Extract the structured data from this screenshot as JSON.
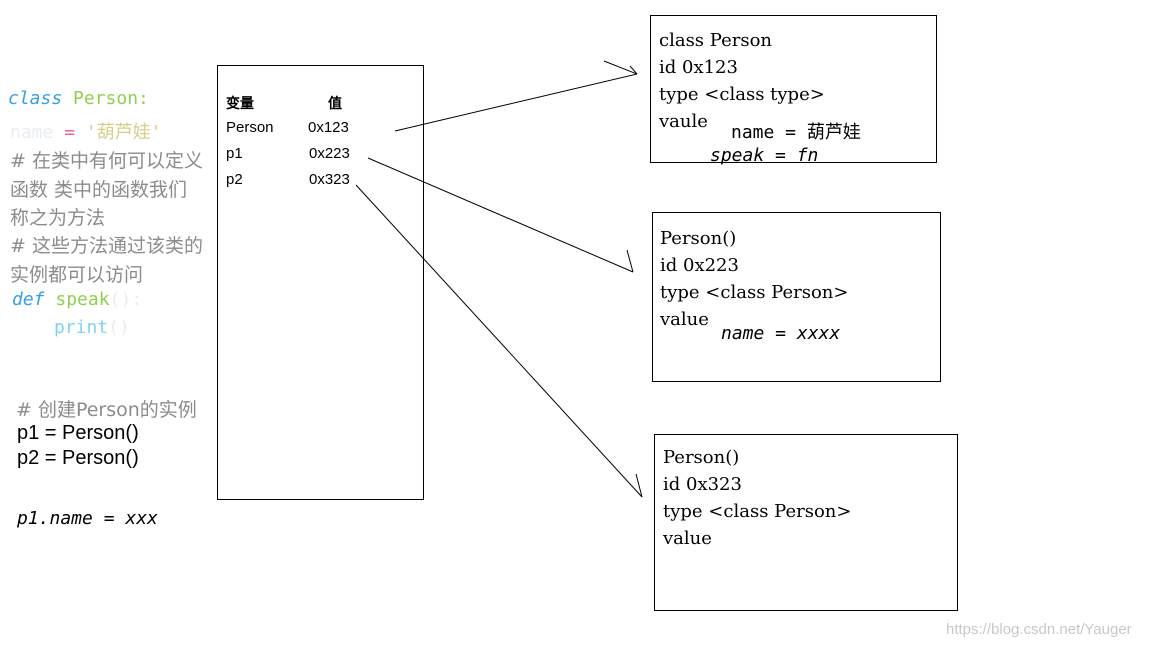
{
  "code": {
    "class_kw": "class",
    "class_name": "Person:",
    "name_ident": "name",
    "name_eq": "=",
    "name_val": "'葫芦娃'",
    "comment1_line1": "# 在类中有何可以定义",
    "comment1_line2": "函数 类中的函数我们",
    "comment1_line3": "称之为方法",
    "comment2_line1": "# 这些方法通过该类的",
    "comment2_line2": "实例都可以访问",
    "def_kw": "def",
    "def_name": "speak",
    "def_parens": "():",
    "print_kw": "print",
    "print_parens": "()",
    "comment3": "# 创建Person的实例",
    "p1_line": "p1 = Person()",
    "p2_line": "p2 = Person()",
    "assign_line": "p1.name = xxx"
  },
  "table": {
    "header_var": "变量",
    "header_val": "值",
    "rows": [
      {
        "var": "Person",
        "val": "0x123"
      },
      {
        "var": "p1",
        "val": "0x223"
      },
      {
        "var": "p2",
        "val": "0x323"
      }
    ]
  },
  "obj_class": {
    "line1": "class Person",
    "line2": "id 0x123",
    "line3": "type <class type>",
    "line4": "vaule",
    "name_attr": "name = 葫芦娃",
    "speak_attr": "speak = fn"
  },
  "obj_p1": {
    "line1": "Person()",
    "line2": "id   0x223",
    "line3": "type <class Person>",
    "line4": "value",
    "name_attr": "name = xxxx"
  },
  "obj_p2": {
    "line1": "Person()",
    "line2": "id   0x323",
    "line3": "type <class Person>",
    "line4": "value"
  },
  "watermark": "https://blog.csdn.net/Yauger"
}
